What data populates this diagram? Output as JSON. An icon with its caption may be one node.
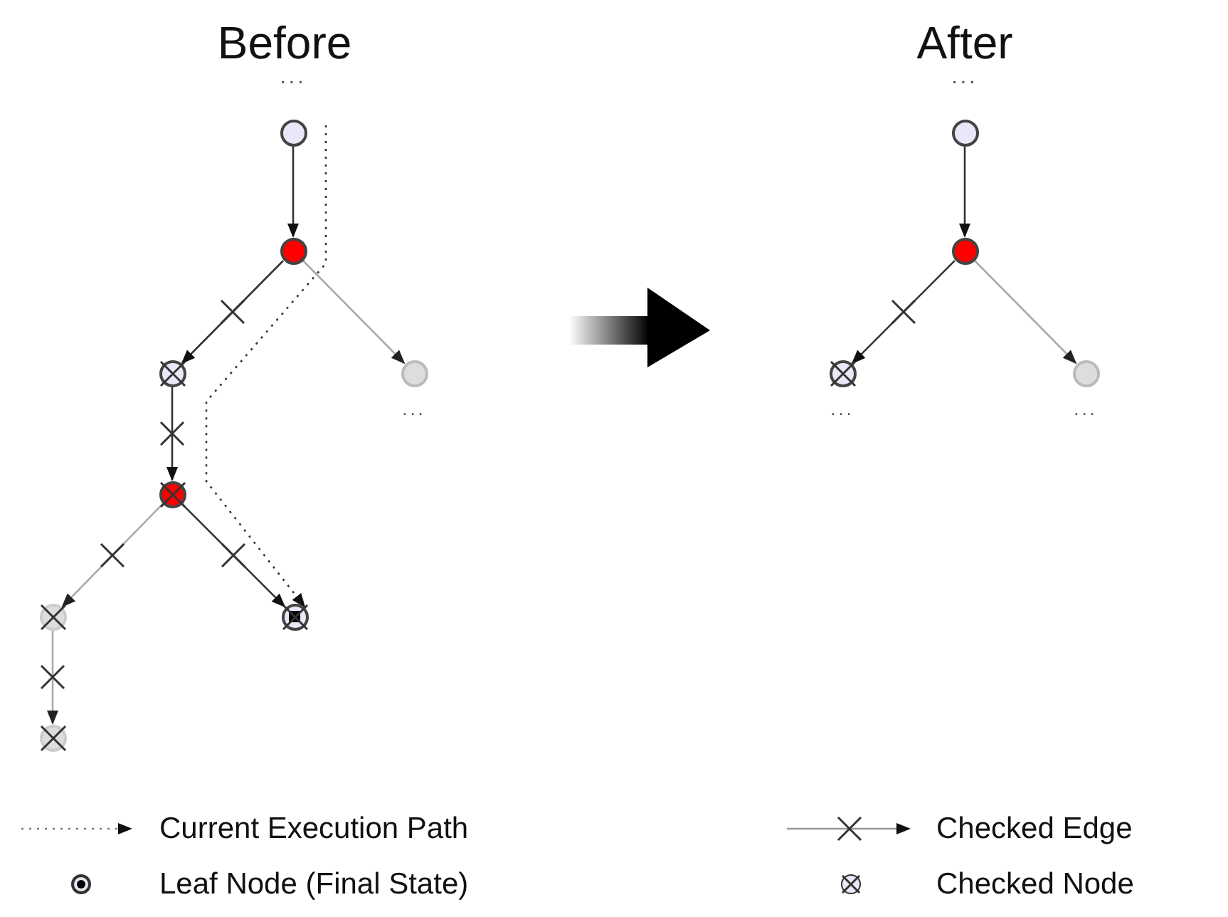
{
  "diagram": {
    "nodes": [
      {
        "text": [],
        "shape": "circle"
      },
      {
        "text": [],
        "shape": "circle"
      },
      {
        "text": [],
        "shape": "circle"
      },
      {
        "text": [],
        "shape": "circle"
      },
      {
        "text": [],
        "shape": "circle"
      },
      {
        "text": [],
        "shape": "circle"
      },
      {
        "text": [],
        "shape": "circle"
      },
      {
        "text": [],
        "shape": "circle"
      },
      {
        "text": [],
        "shape": "circle"
      },
      {
        "text": [],
        "shape": "circle"
      },
      {
        "text": [],
        "shape": "circle"
      },
      {
        "text": [],
        "shape": "circle"
      }
    ],
    "edges": [
      {
        "from": 0,
        "to": 1,
        "arrow": "to"
      },
      {
        "from": 1,
        "to": 2,
        "arrow": "to"
      },
      {
        "from": 1,
        "to": 3,
        "arrow": "to",
        "color": "#aaaaaa"
      },
      {
        "from": 2,
        "to": 4,
        "arrow": "to"
      },
      {
        "from": 4,
        "to": 5,
        "arrow": "to",
        "color": "#aaaaaa"
      },
      {
        "from": 4,
        "to": 6,
        "arrow": "to"
      },
      {
        "from": 5,
        "to": 7,
        "arrow": "to",
        "color": "#aaaaaa"
      },
      {
        "from": null,
        "to": 6,
        "arrow": "to",
        "style": "dashed"
      },
      {
        "from": 8,
        "to": 9,
        "arrow": "to"
      },
      {
        "from": 9,
        "to": 10,
        "arrow": "to"
      },
      {
        "from": 9,
        "to": 11,
        "arrow": "to",
        "color": "#aaaaaa"
      }
    ],
    "labels": [
      "Before",
      "After",
      "...",
      "...",
      "...",
      "...",
      "..."
    ],
    "legend": [
      {
        "text": "Current Execution Path"
      },
      {
        "text": "Checked Edge"
      },
      {
        "text": "Leaf Node (Final State)"
      },
      {
        "text": "Checked Node"
      }
    ]
  }
}
